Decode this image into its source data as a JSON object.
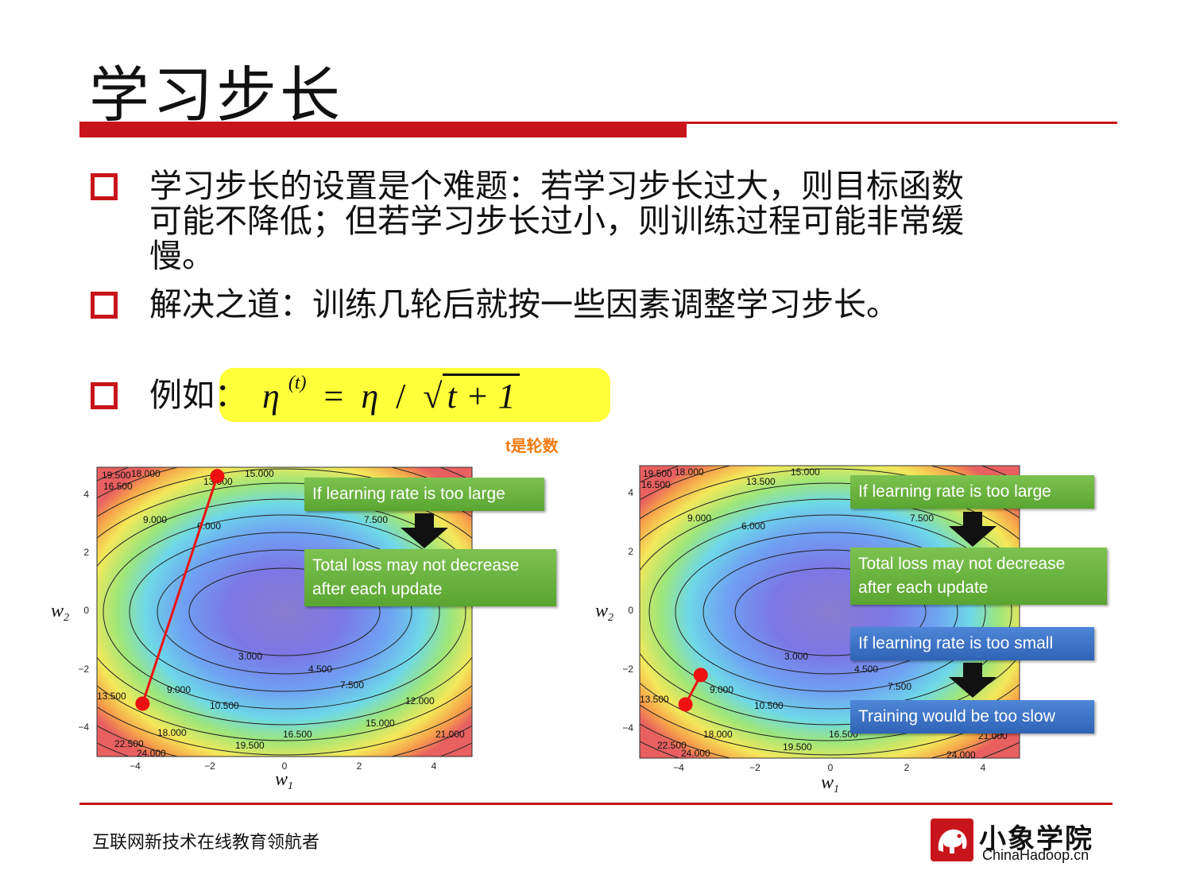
{
  "slide": {
    "title": "学习步长",
    "bullets": [
      {
        "line1": "学习步长的设置是个难题：若学习步长过大，则目标函数",
        "line2": "可能不降低；但若学习步长过小，则训练过程可能非常缓",
        "line3": "慢。"
      },
      {
        "line1": "解决之道：训练几轮后就按一些因素调整学习步长。"
      },
      {
        "line1": "例如："
      }
    ],
    "formula": {
      "lhs": "η",
      "sup": "(t)",
      "eq": "=",
      "rhs": "η",
      "div": "/",
      "sqrt_arg": "t + 1"
    },
    "note": "t是轮数",
    "colors": {
      "accent": "#c8141b",
      "highlight": "#ffff3a",
      "note": "#f07a10",
      "green_box": "#6ab43f",
      "blue_box": "#3a70c6",
      "path": "#ee1111"
    }
  },
  "plots": {
    "x_ticks": [
      "−4",
      "−2",
      "0",
      "2",
      "4"
    ],
    "y_ticks": [
      "4",
      "2",
      "0",
      "−2",
      "−4"
    ],
    "xlabel": "w",
    "xlabel_sub": "1",
    "ylabel": "w",
    "ylabel_sub": "2",
    "contour_labels": [
      "19.500",
      "18.000",
      "16.500",
      "15.000",
      "13.500",
      "9.000",
      "6.000",
      "7.500",
      "3.000",
      "4.500",
      "10.500",
      "12.000",
      "21.000",
      "22.500",
      "24.000"
    ],
    "left": {
      "path_points": [
        {
          "w1": -3.8,
          "w2": -3.2
        },
        {
          "w1": -1.8,
          "w2": 4.6
        }
      ],
      "callouts": [
        "If learning rate is too large",
        "Total loss may not decrease",
        "after each update"
      ]
    },
    "right": {
      "path_points": [
        {
          "w1": -3.8,
          "w2": -3.2
        },
        {
          "w1": -3.4,
          "w2": -2.2
        }
      ],
      "callouts": [
        "If learning rate is too large",
        "Total loss may not decrease",
        "after each update",
        "If learning rate is too small",
        "Training would be too slow"
      ]
    }
  },
  "footer": {
    "tagline": "互联网新技术在线教育领航者",
    "logo_cn": "小象学院",
    "logo_en": "ChinaHadoop.cn"
  }
}
